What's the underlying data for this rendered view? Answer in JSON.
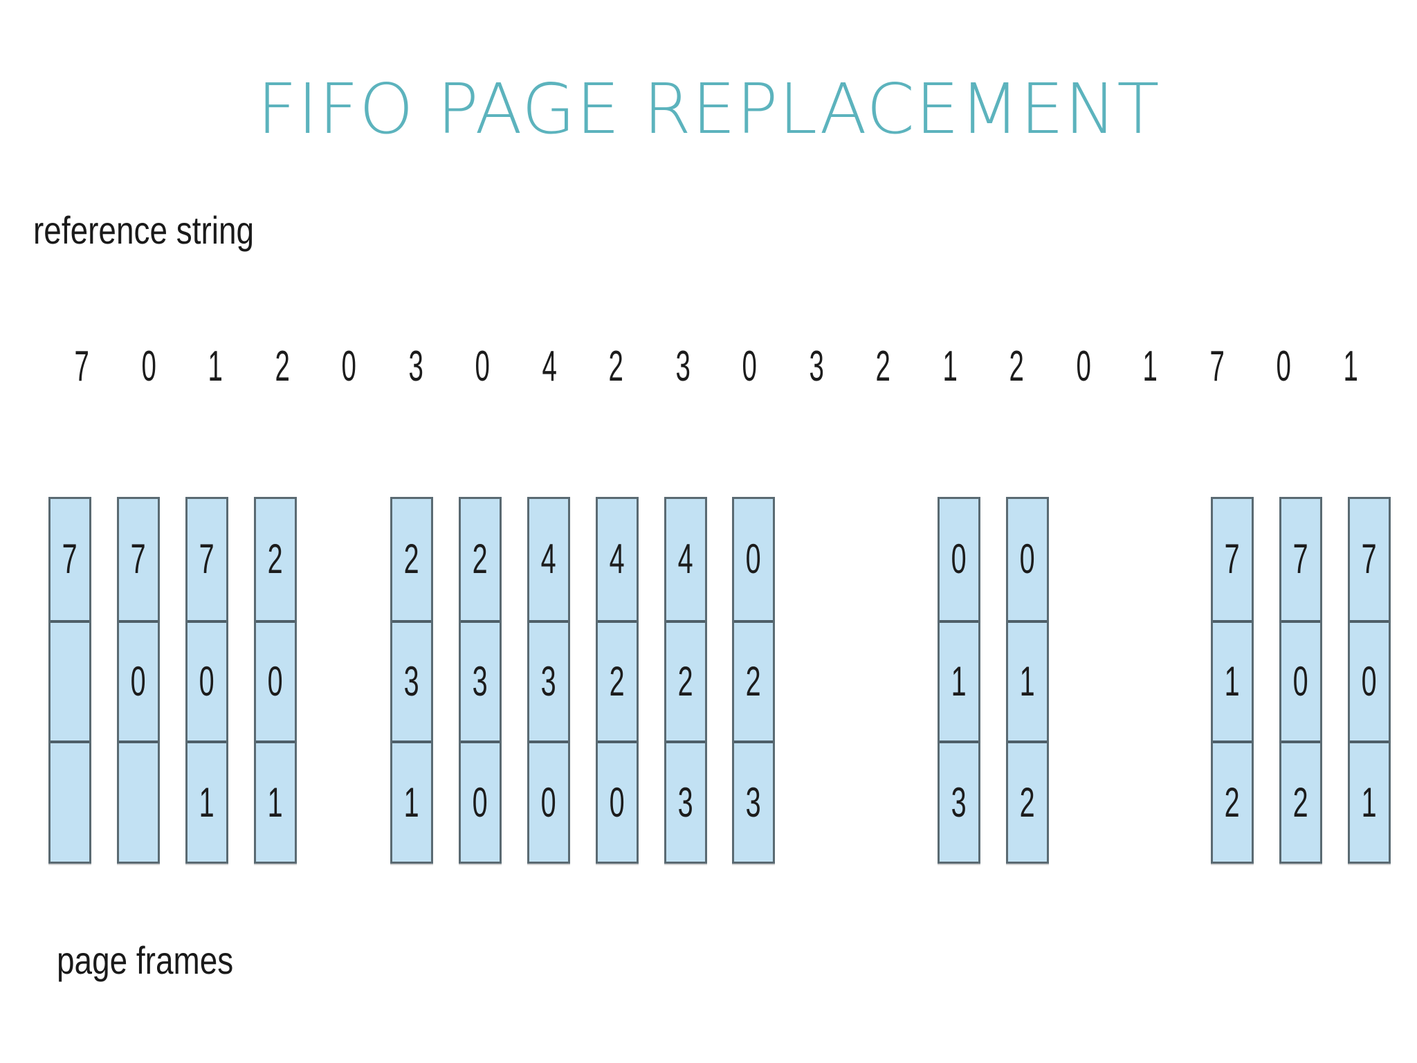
{
  "slide": {
    "title": "FIFO PAGE REPLACEMENT",
    "title_color": "#5cb3bd",
    "background_color": "#ffffff"
  },
  "labels": {
    "reference_string": "reference string",
    "page_frames": "page frames"
  },
  "colors": {
    "frame_fill": "#c2e1f3",
    "frame_border": "#5a6a72",
    "digit_color": "#1c1c1c"
  },
  "chart_data": {
    "type": "table",
    "title": "FIFO PAGE REPLACEMENT",
    "xlabel": "reference string",
    "ylabel": "page frames",
    "categories": [
      "7",
      "0",
      "1",
      "2",
      "0",
      "3",
      "0",
      "4",
      "2",
      "3",
      "0",
      "3",
      "2",
      "1",
      "2",
      "0",
      "1",
      "7",
      "0",
      "1"
    ],
    "reference_string": [
      "7",
      "0",
      "1",
      "2",
      "0",
      "3",
      "0",
      "4",
      "2",
      "3",
      "0",
      "3",
      "2",
      "1",
      "2",
      "0",
      "1",
      "7",
      "0",
      "1"
    ],
    "frame_count": 3,
    "columns": [
      {
        "index": 0,
        "visible": true,
        "cells": [
          "7",
          "",
          ""
        ]
      },
      {
        "index": 1,
        "visible": true,
        "cells": [
          "7",
          "0",
          ""
        ]
      },
      {
        "index": 2,
        "visible": true,
        "cells": [
          "7",
          "0",
          "1"
        ]
      },
      {
        "index": 3,
        "visible": true,
        "cells": [
          "2",
          "0",
          "1"
        ]
      },
      {
        "index": 4,
        "visible": false,
        "cells": [
          "",
          "",
          ""
        ]
      },
      {
        "index": 5,
        "visible": true,
        "cells": [
          "2",
          "3",
          "1"
        ]
      },
      {
        "index": 6,
        "visible": true,
        "cells": [
          "2",
          "3",
          "0"
        ]
      },
      {
        "index": 7,
        "visible": true,
        "cells": [
          "4",
          "3",
          "0"
        ]
      },
      {
        "index": 8,
        "visible": true,
        "cells": [
          "4",
          "2",
          "0"
        ]
      },
      {
        "index": 9,
        "visible": true,
        "cells": [
          "4",
          "2",
          "3"
        ]
      },
      {
        "index": 10,
        "visible": true,
        "cells": [
          "0",
          "2",
          "3"
        ]
      },
      {
        "index": 11,
        "visible": false,
        "cells": [
          "",
          "",
          ""
        ]
      },
      {
        "index": 12,
        "visible": false,
        "cells": [
          "",
          "",
          ""
        ]
      },
      {
        "index": 13,
        "visible": true,
        "cells": [
          "0",
          "1",
          "3"
        ]
      },
      {
        "index": 14,
        "visible": true,
        "cells": [
          "0",
          "1",
          "2"
        ]
      },
      {
        "index": 15,
        "visible": false,
        "cells": [
          "",
          "",
          ""
        ]
      },
      {
        "index": 16,
        "visible": false,
        "cells": [
          "",
          "",
          ""
        ]
      },
      {
        "index": 17,
        "visible": true,
        "cells": [
          "7",
          "1",
          "2"
        ]
      },
      {
        "index": 18,
        "visible": true,
        "cells": [
          "7",
          "0",
          "2"
        ]
      },
      {
        "index": 19,
        "visible": true,
        "cells": [
          "7",
          "0",
          "1"
        ]
      }
    ]
  }
}
